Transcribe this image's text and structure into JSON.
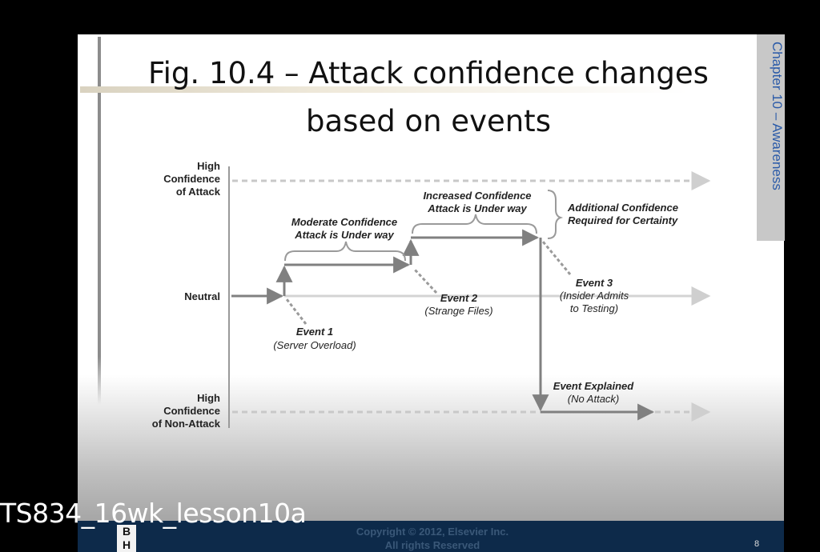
{
  "slide": {
    "title_line1": "Fig. 10.4 – Attack confidence changes",
    "title_line2": "based on events",
    "chapter_tab": "Chapter 10 – Awareness"
  },
  "diagram": {
    "axis_labels": {
      "high_attack": [
        "High",
        "Confidence",
        "of Attack"
      ],
      "neutral": "Neutral",
      "high_non_attack": [
        "High",
        "Confidence",
        "of Non-Attack"
      ]
    },
    "events": {
      "event1": [
        "Event 1",
        "(Server Overload)"
      ],
      "event2": [
        "Event 2",
        "(Strange Files)"
      ],
      "event3": [
        "Event 3",
        "(Insider Admits",
        "to Testing)"
      ],
      "explained": [
        "Event Explained",
        "(No Attack)"
      ]
    },
    "annotations": {
      "moderate": [
        "Moderate Confidence",
        "Attack is Under way"
      ],
      "increased": [
        "Increased Confidence",
        "Attack is Under way"
      ],
      "additional": [
        "Additional Confidence",
        "Required for Certainty"
      ]
    },
    "colors": {
      "line": "#8a8a8a",
      "dashed": "#c4c4c4",
      "path": "#808080"
    }
  },
  "footer": {
    "copyright_line1": "Copyright © 2012, Elsevier Inc.",
    "copyright_line2": "All rights Reserved",
    "page_number": "8",
    "logo_letters": [
      "B",
      "H"
    ]
  },
  "overlay": {
    "lesson_label": "TS834_16wk_lesson10a"
  }
}
